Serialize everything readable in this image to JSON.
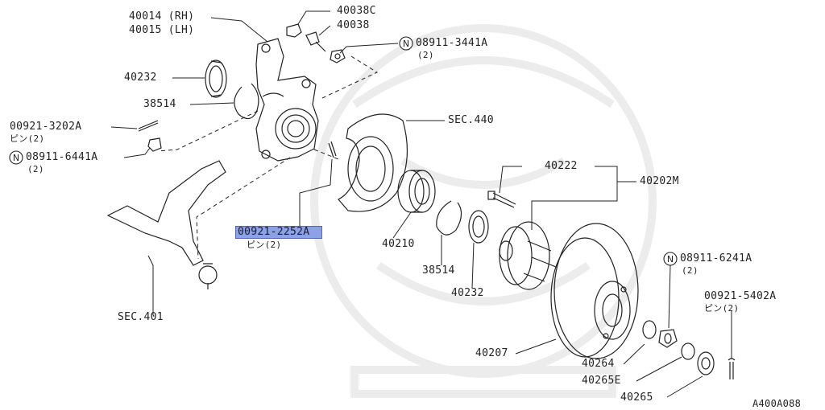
{
  "labels": {
    "knuckle_rh": "40014 (RH)",
    "knuckle_lh": "40015 (LH)",
    "cap_40038c": "40038C",
    "bolt_40038": "40038",
    "nut_08911_3441a": "08911-3441A",
    "nut_08911_3441a_qty": "(2)",
    "seal_40232_top": "40232",
    "ring_38514_top": "38514",
    "pin_00921_3202a": "00921-3202A",
    "pin_00921_3202a_sub": "ピン(2)",
    "nut_08911_6441a": "08911-6441A",
    "nut_08911_6441a_qty": "(2)",
    "sec_440": "SEC.440",
    "bolt_40222": "40222",
    "hub_40202m": "40202M",
    "pin_00921_2252a": "00921-2252A",
    "pin_00921_2252a_sub": "ピン(2)",
    "bearing_40210": "40210",
    "ring_38514_bottom": "38514",
    "seal_40232_bottom": "40232",
    "sec_401": "SEC.401",
    "nut_08911_6241a": "08911-6241A",
    "nut_08911_6241a_qty": "(2)",
    "pin_00921_5402a": "00921-5402A",
    "pin_00921_5402a_sub": "ピン(2)",
    "rotor_40207": "40207",
    "washer_40264": "40264",
    "washer_40265e": "40265E",
    "nut_40265": "40265",
    "figure_code": "A400A088"
  },
  "n_marker": "N"
}
